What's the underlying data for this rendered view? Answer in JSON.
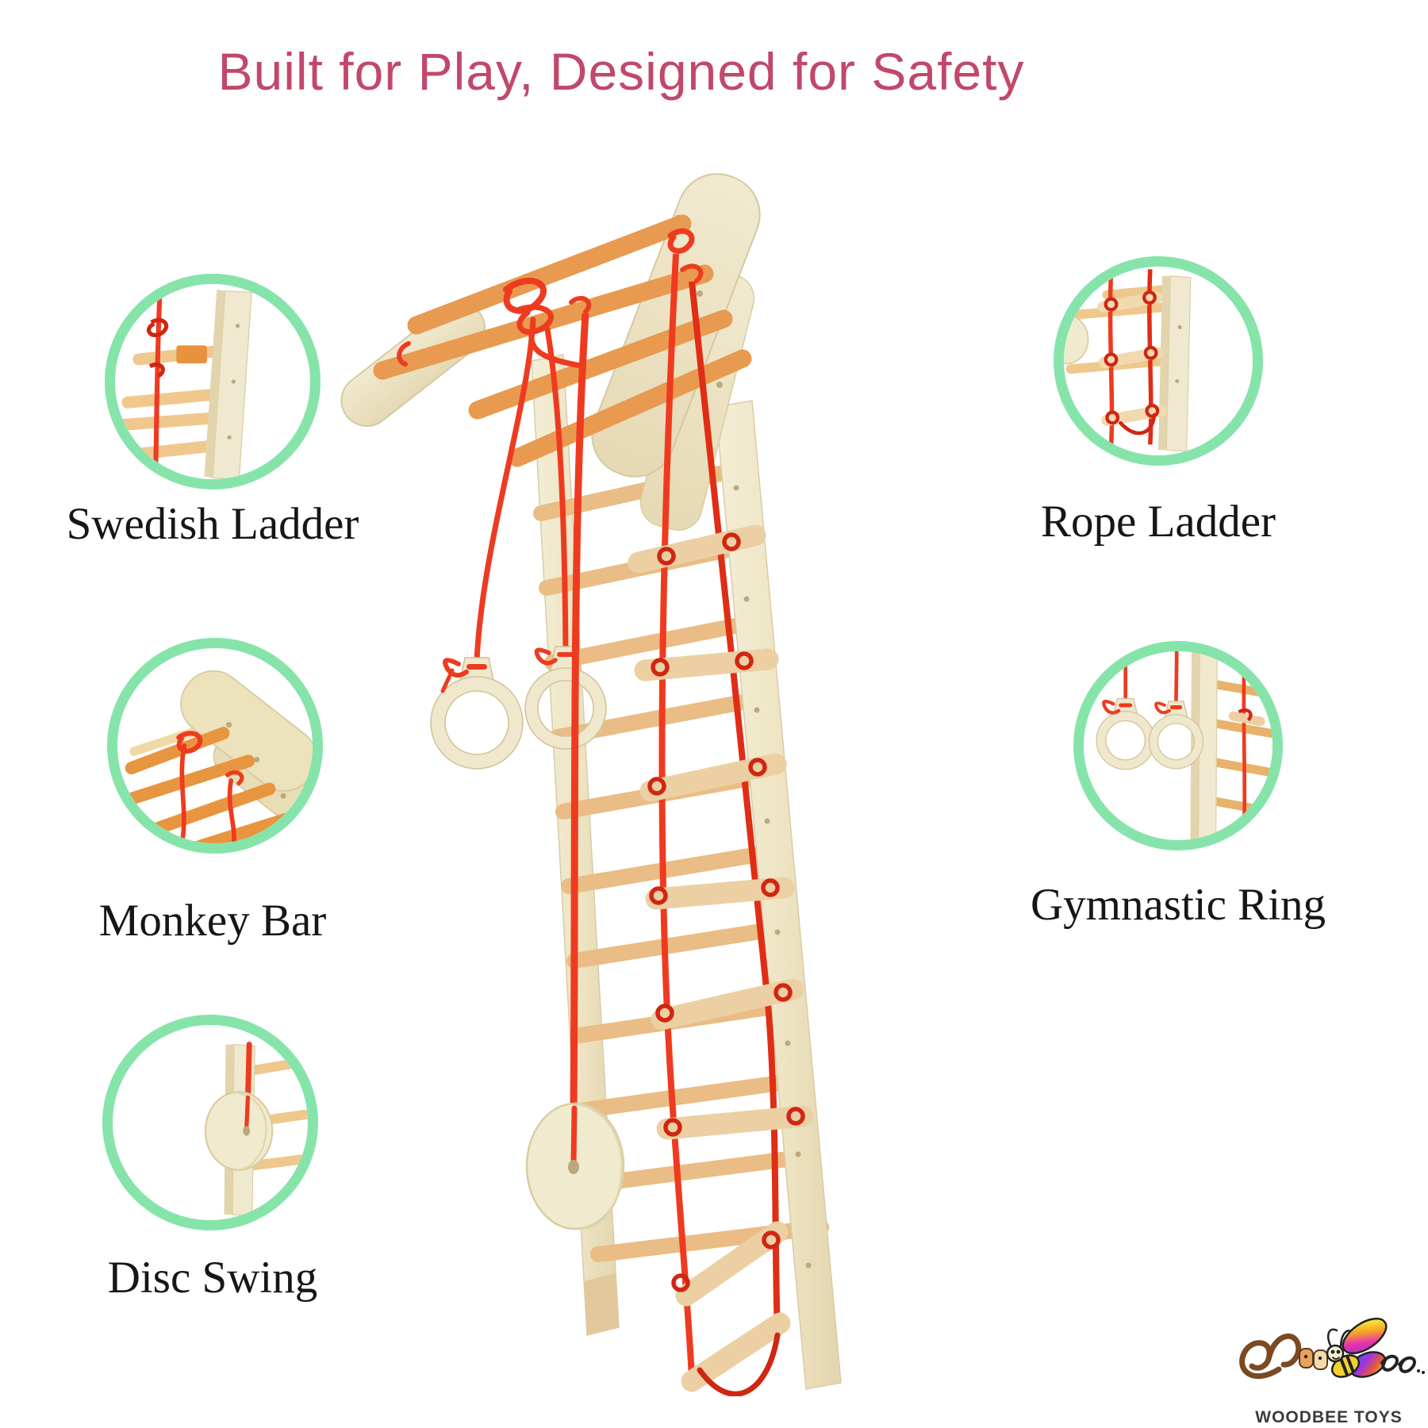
{
  "title": "Built for Play, Designed for Safety",
  "callouts": [
    {
      "id": "swedish-ladder",
      "label": "Swedish Ladder",
      "side": "left"
    },
    {
      "id": "monkey-bar",
      "label": "Monkey Bar",
      "side": "left"
    },
    {
      "id": "disc-swing",
      "label": "Disc Swing",
      "side": "left"
    },
    {
      "id": "rope-ladder",
      "label": "Rope Ladder",
      "side": "right"
    },
    {
      "id": "gymnastic-ring",
      "label": "Gymnastic Ring",
      "side": "right"
    }
  ],
  "logo": {
    "brand": "WoodBee",
    "caption": "WOODBEE TOYS"
  },
  "colors": {
    "title_pink": "#c1486b",
    "circle_green": "#86e4ab",
    "rope_red": "#ee3b20",
    "wood_pale": "#f0e9cf",
    "wood_edge": "#ded1a8",
    "rung_orange": "#e89a50",
    "rung_tan": "#e9bd85",
    "cream": "#f0ebce",
    "label_black": "#161616",
    "logo_text": "#3b3b3b"
  }
}
